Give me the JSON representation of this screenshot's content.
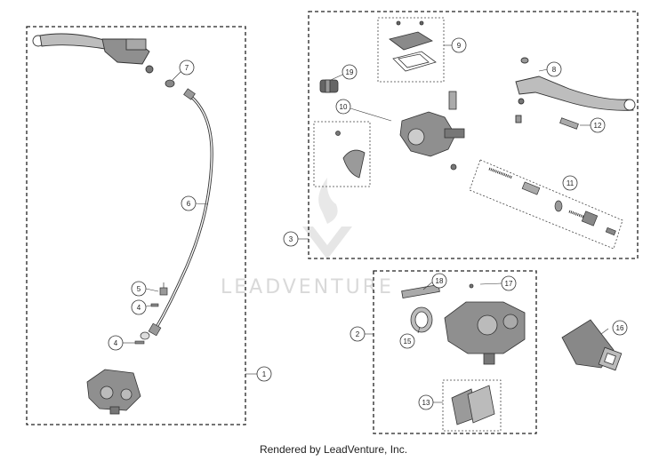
{
  "diagram": {
    "callouts": {
      "c1": "1",
      "c2": "2",
      "c3": "3",
      "c4a": "4",
      "c4b": "4",
      "c5": "5",
      "c6": "6",
      "c7": "7",
      "c8": "8",
      "c9": "9",
      "c10": "10",
      "c11": "11",
      "c12": "12",
      "c13": "13",
      "c15": "15",
      "c16": "16",
      "c17": "17",
      "c18": "18",
      "c19": "19"
    },
    "watermark": "LEADVENTURE",
    "credit": "Rendered by LeadVenture, Inc.",
    "colors": {
      "line": "#333333",
      "part_fill": "#9a9a9a",
      "watermark": "#d9d9d9"
    }
  }
}
